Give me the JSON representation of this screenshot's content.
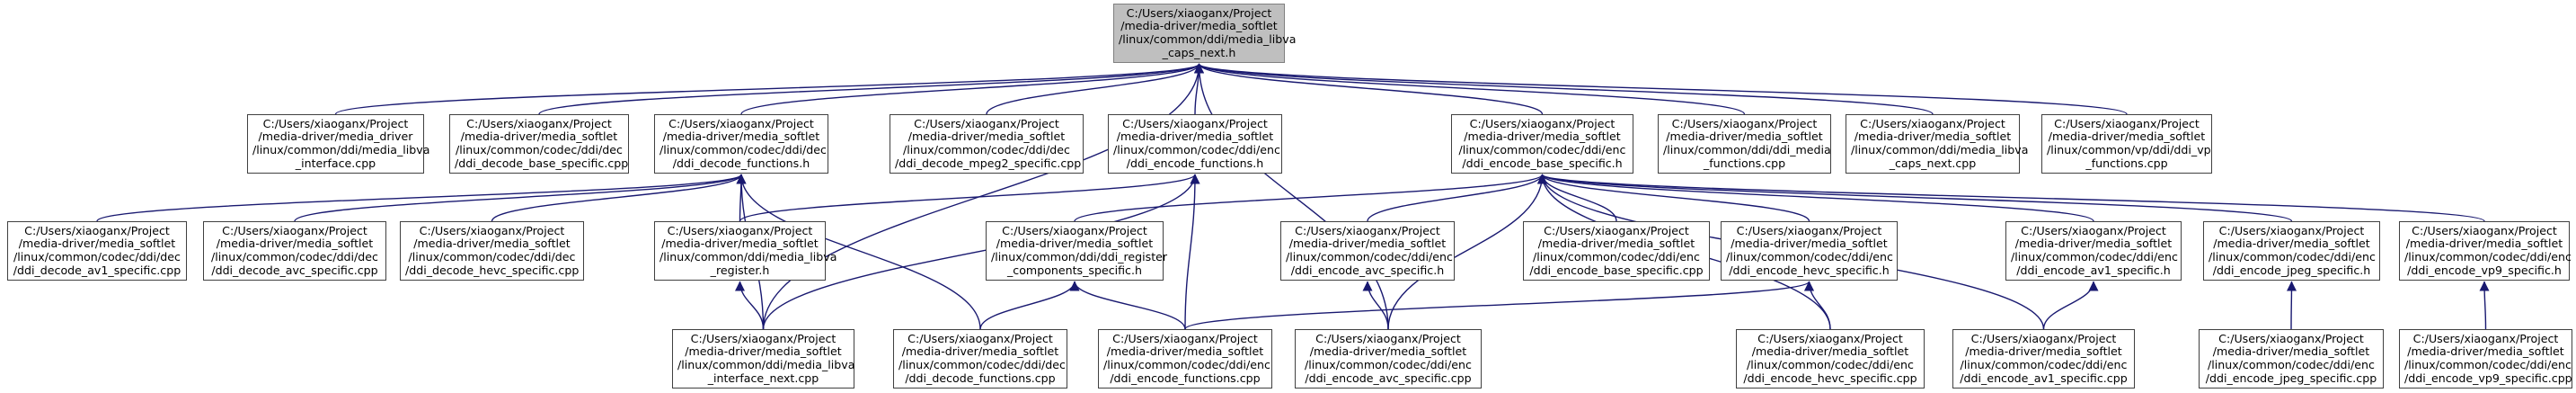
{
  "colors": {
    "node_border": "#404040",
    "node_fill": "#ffffff",
    "root_fill": "#bfbfbf",
    "root_border": "#808080",
    "edge": "#191970"
  },
  "nodes": [
    {
      "id": "root",
      "lines": [
        "C:/Users/xiaoganx/Project",
        "/media-driver/media_softlet",
        "/linux/common/ddi/media_libva",
        "_caps_next.h"
      ]
    },
    {
      "id": "libva_interface_cpp",
      "lines": [
        "C:/Users/xiaoganx/Project",
        "/media-driver/media_driver",
        "/linux/common/ddi/media_libva",
        "_interface.cpp"
      ]
    },
    {
      "id": "ddi_decode_base_specific_cpp",
      "lines": [
        "C:/Users/xiaoganx/Project",
        "/media-driver/media_softlet",
        "/linux/common/codec/ddi/dec",
        "/ddi_decode_base_specific.cpp"
      ]
    },
    {
      "id": "ddi_decode_functions_h",
      "lines": [
        "C:/Users/xiaoganx/Project",
        "/media-driver/media_softlet",
        "/linux/common/codec/ddi/dec",
        "/ddi_decode_functions.h"
      ]
    },
    {
      "id": "ddi_decode_mpeg2_specific_cpp",
      "lines": [
        "C:/Users/xiaoganx/Project",
        "/media-driver/media_softlet",
        "/linux/common/codec/ddi/dec",
        "/ddi_decode_mpeg2_specific.cpp"
      ]
    },
    {
      "id": "ddi_encode_functions_h",
      "lines": [
        "C:/Users/xiaoganx/Project",
        "/media-driver/media_softlet",
        "/linux/common/codec/ddi/enc",
        "/ddi_encode_functions.h"
      ]
    },
    {
      "id": "ddi_encode_base_specific_h",
      "lines": [
        "C:/Users/xiaoganx/Project",
        "/media-driver/media_softlet",
        "/linux/common/codec/ddi/enc",
        "/ddi_encode_base_specific.h"
      ]
    },
    {
      "id": "ddi_media_functions_cpp",
      "lines": [
        "C:/Users/xiaoganx/Project",
        "/media-driver/media_softlet",
        "/linux/common/ddi/ddi_media",
        "_functions.cpp"
      ]
    },
    {
      "id": "libva_caps_next_cpp",
      "lines": [
        "C:/Users/xiaoganx/Project",
        "/media-driver/media_softlet",
        "/linux/common/ddi/media_libva",
        "_caps_next.cpp"
      ]
    },
    {
      "id": "ddi_vp_functions_cpp",
      "lines": [
        "C:/Users/xiaoganx/Project",
        "/media-driver/media_softlet",
        "/linux/common/vp/ddi/ddi_vp",
        "_functions.cpp"
      ]
    },
    {
      "id": "ddi_decode_av1_specific_cpp",
      "lines": [
        "C:/Users/xiaoganx/Project",
        "/media-driver/media_softlet",
        "/linux/common/codec/ddi/dec",
        "/ddi_decode_av1_specific.cpp"
      ]
    },
    {
      "id": "ddi_decode_avc_specific_cpp",
      "lines": [
        "C:/Users/xiaoganx/Project",
        "/media-driver/media_softlet",
        "/linux/common/codec/ddi/dec",
        "/ddi_decode_avc_specific.cpp"
      ]
    },
    {
      "id": "ddi_decode_hevc_specific_cpp",
      "lines": [
        "C:/Users/xiaoganx/Project",
        "/media-driver/media_softlet",
        "/linux/common/codec/ddi/dec",
        "/ddi_decode_hevc_specific.cpp"
      ]
    },
    {
      "id": "libva_register_h",
      "lines": [
        "C:/Users/xiaoganx/Project",
        "/media-driver/media_softlet",
        "/linux/common/ddi/media_libva",
        "_register.h"
      ]
    },
    {
      "id": "ddi_register_components_specific_h",
      "lines": [
        "C:/Users/xiaoganx/Project",
        "/media-driver/media_softlet",
        "/linux/common/ddi/ddi_register",
        "_components_specific.h"
      ]
    },
    {
      "id": "ddi_encode_avc_specific_h",
      "lines": [
        "C:/Users/xiaoganx/Project",
        "/media-driver/media_softlet",
        "/linux/common/codec/ddi/enc",
        "/ddi_encode_avc_specific.h"
      ]
    },
    {
      "id": "ddi_encode_base_specific_cpp",
      "lines": [
        "C:/Users/xiaoganx/Project",
        "/media-driver/media_softlet",
        "/linux/common/codec/ddi/enc",
        "/ddi_encode_base_specific.cpp"
      ]
    },
    {
      "id": "ddi_encode_hevc_specific_h",
      "lines": [
        "C:/Users/xiaoganx/Project",
        "/media-driver/media_softlet",
        "/linux/common/codec/ddi/enc",
        "/ddi_encode_hevc_specific.h"
      ]
    },
    {
      "id": "ddi_encode_av1_specific_h",
      "lines": [
        "C:/Users/xiaoganx/Project",
        "/media-driver/media_softlet",
        "/linux/common/codec/ddi/enc",
        "/ddi_encode_av1_specific.h"
      ]
    },
    {
      "id": "ddi_encode_jpeg_specific_h",
      "lines": [
        "C:/Users/xiaoganx/Project",
        "/media-driver/media_softlet",
        "/linux/common/codec/ddi/enc",
        "/ddi_encode_jpeg_specific.h"
      ]
    },
    {
      "id": "ddi_encode_vp9_specific_h",
      "lines": [
        "C:/Users/xiaoganx/Project",
        "/media-driver/media_softlet",
        "/linux/common/codec/ddi/enc",
        "/ddi_encode_vp9_specific.h"
      ]
    },
    {
      "id": "libva_interface_next_cpp",
      "lines": [
        "C:/Users/xiaoganx/Project",
        "/media-driver/media_softlet",
        "/linux/common/ddi/media_libva",
        "_interface_next.cpp"
      ]
    },
    {
      "id": "ddi_decode_functions_cpp",
      "lines": [
        "C:/Users/xiaoganx/Project",
        "/media-driver/media_softlet",
        "/linux/common/codec/ddi/dec",
        "/ddi_decode_functions.cpp"
      ]
    },
    {
      "id": "ddi_encode_functions_cpp",
      "lines": [
        "C:/Users/xiaoganx/Project",
        "/media-driver/media_softlet",
        "/linux/common/codec/ddi/enc",
        "/ddi_encode_functions.cpp"
      ]
    },
    {
      "id": "ddi_encode_avc_specific_cpp",
      "lines": [
        "C:/Users/xiaoganx/Project",
        "/media-driver/media_softlet",
        "/linux/common/codec/ddi/enc",
        "/ddi_encode_avc_specific.cpp"
      ]
    },
    {
      "id": "ddi_encode_hevc_specific_cpp",
      "lines": [
        "C:/Users/xiaoganx/Project",
        "/media-driver/media_softlet",
        "/linux/common/codec/ddi/enc",
        "/ddi_encode_hevc_specific.cpp"
      ]
    },
    {
      "id": "ddi_encode_av1_specific_cpp",
      "lines": [
        "C:/Users/xiaoganx/Project",
        "/media-driver/media_softlet",
        "/linux/common/codec/ddi/enc",
        "/ddi_encode_av1_specific.cpp"
      ]
    },
    {
      "id": "ddi_encode_jpeg_specific_cpp",
      "lines": [
        "C:/Users/xiaoganx/Project",
        "/media-driver/media_softlet",
        "/linux/common/codec/ddi/enc",
        "/ddi_encode_jpeg_specific.cpp"
      ]
    },
    {
      "id": "ddi_encode_vp9_specific_cpp",
      "lines": [
        "C:/Users/xiaoganx/Project",
        "/media-driver/media_softlet",
        "/linux/common/codec/ddi/enc",
        "/ddi_encode_vp9_specific.cpp"
      ]
    }
  ],
  "edges": [
    [
      "libva_interface_cpp",
      "root"
    ],
    [
      "ddi_decode_base_specific_cpp",
      "root"
    ],
    [
      "ddi_decode_functions_h",
      "root"
    ],
    [
      "ddi_decode_mpeg2_specific_cpp",
      "root"
    ],
    [
      "ddi_encode_functions_h",
      "root"
    ],
    [
      "ddi_encode_base_specific_h",
      "root"
    ],
    [
      "ddi_media_functions_cpp",
      "root"
    ],
    [
      "libva_caps_next_cpp",
      "root"
    ],
    [
      "ddi_vp_functions_cpp",
      "root"
    ],
    [
      "libva_interface_next_cpp",
      "root"
    ],
    [
      "ddi_encode_avc_specific_cpp",
      "root"
    ],
    [
      "ddi_decode_av1_specific_cpp",
      "ddi_decode_functions_h"
    ],
    [
      "ddi_decode_avc_specific_cpp",
      "ddi_decode_functions_h"
    ],
    [
      "ddi_decode_hevc_specific_cpp",
      "ddi_decode_functions_h"
    ],
    [
      "libva_register_h",
      "ddi_decode_functions_h"
    ],
    [
      "libva_interface_next_cpp",
      "ddi_decode_functions_h"
    ],
    [
      "ddi_decode_functions_cpp",
      "ddi_decode_functions_h"
    ],
    [
      "libva_register_h",
      "ddi_encode_functions_h"
    ],
    [
      "libva_interface_next_cpp",
      "ddi_encode_functions_h"
    ],
    [
      "ddi_encode_functions_cpp",
      "ddi_encode_functions_h"
    ],
    [
      "ddi_register_components_specific_h",
      "ddi_encode_base_specific_h"
    ],
    [
      "ddi_encode_avc_specific_h",
      "ddi_encode_base_specific_h"
    ],
    [
      "ddi_encode_base_specific_cpp",
      "ddi_encode_base_specific_h"
    ],
    [
      "ddi_encode_hevc_specific_h",
      "ddi_encode_base_specific_h"
    ],
    [
      "ddi_encode_av1_specific_h",
      "ddi_encode_base_specific_h"
    ],
    [
      "ddi_encode_jpeg_specific_h",
      "ddi_encode_base_specific_h"
    ],
    [
      "ddi_encode_vp9_specific_h",
      "ddi_encode_base_specific_h"
    ],
    [
      "ddi_encode_avc_specific_cpp",
      "ddi_encode_base_specific_h"
    ],
    [
      "ddi_encode_hevc_specific_cpp",
      "ddi_encode_base_specific_h"
    ],
    [
      "ddi_encode_av1_specific_cpp",
      "ddi_encode_base_specific_h"
    ],
    [
      "libva_interface_next_cpp",
      "libva_register_h"
    ],
    [
      "ddi_decode_functions_cpp",
      "ddi_register_components_specific_h"
    ],
    [
      "ddi_encode_functions_cpp",
      "ddi_register_components_specific_h"
    ],
    [
      "ddi_encode_avc_specific_cpp",
      "ddi_encode_avc_specific_h"
    ],
    [
      "ddi_encode_functions_cpp",
      "ddi_encode_hevc_specific_h"
    ],
    [
      "ddi_encode_hevc_specific_cpp",
      "ddi_encode_hevc_specific_h"
    ],
    [
      "ddi_encode_av1_specific_cpp",
      "ddi_encode_av1_specific_h"
    ],
    [
      "ddi_encode_jpeg_specific_cpp",
      "ddi_encode_jpeg_specific_h"
    ],
    [
      "ddi_encode_vp9_specific_cpp",
      "ddi_encode_vp9_specific_h"
    ]
  ]
}
